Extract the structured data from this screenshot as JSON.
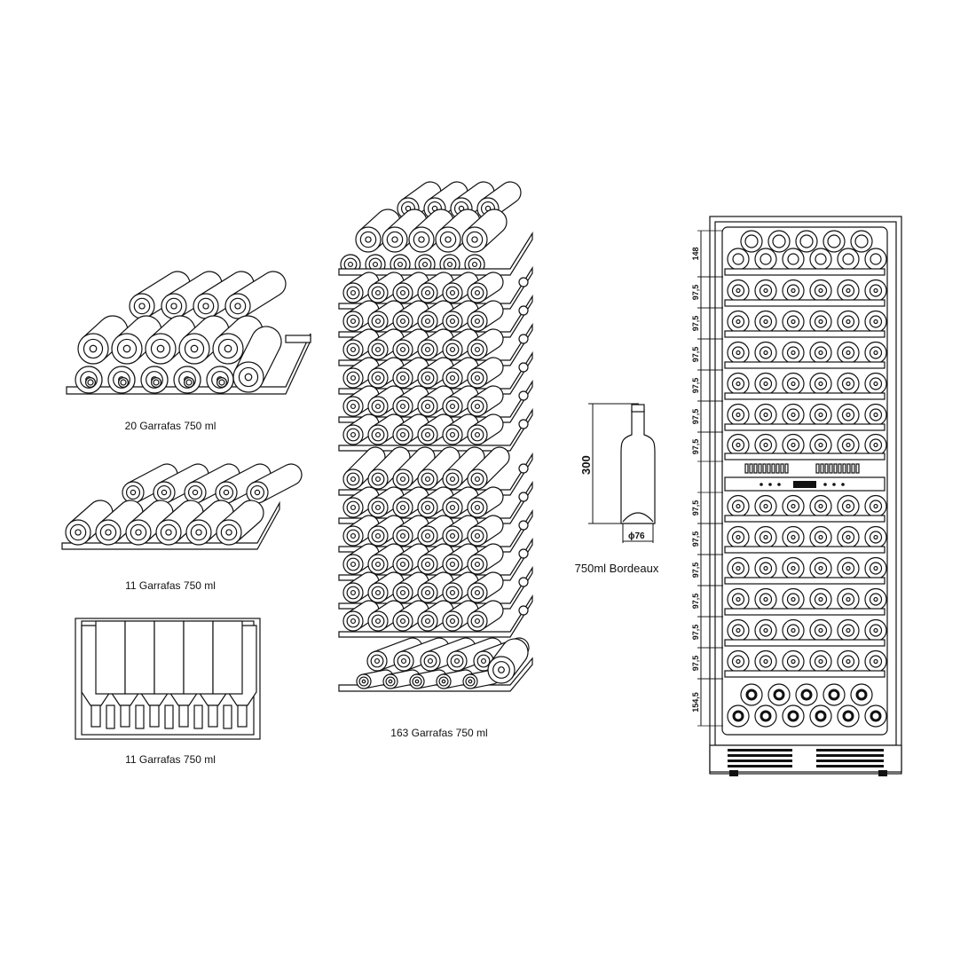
{
  "captions": {
    "shelf_20": "20 Garrafas 750 ml",
    "shelf_11_angled": "11 Garrafas 750 ml",
    "shelf_11_front": "11 Garrafas 750 ml",
    "tower_total": "163 Garrafas 750 ml",
    "bottle": "750ml Bordeaux"
  },
  "bottle_dimensions": {
    "height": "300",
    "diameter": "ϕ76"
  },
  "fridge_dimensions": [
    "148",
    "97,5",
    "97,5",
    "97,5",
    "97,5",
    "97,5",
    "97,5",
    "97,5",
    "97,5",
    "97,5",
    "97,5",
    "97,5",
    "97,5",
    "154,5"
  ],
  "colors": {
    "line": "#111111",
    "background": "#ffffff"
  }
}
